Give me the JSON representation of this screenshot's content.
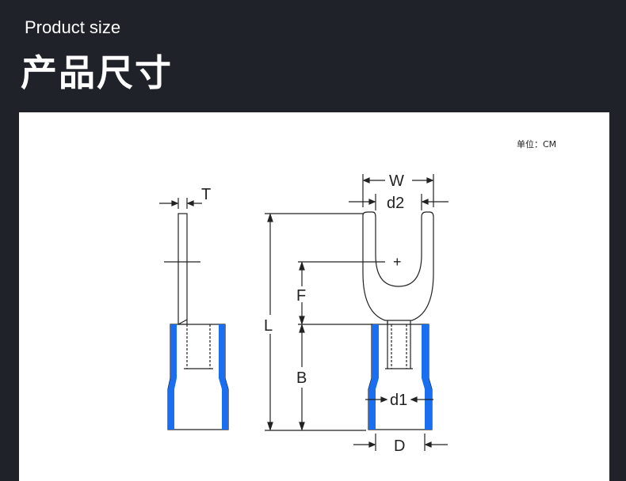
{
  "header": {
    "subtitle_en": "Product size",
    "title_cn": "产品尺寸"
  },
  "diagram": {
    "unit_note": "单位：CM",
    "dimension_labels": {
      "T": "T",
      "W": "W",
      "d2": "d2",
      "F": "F",
      "L": "L",
      "B": "B",
      "d1": "d1",
      "D": "D"
    },
    "plus_mark": "+",
    "colors": {
      "insulation": "#1a6ff0",
      "metal_outline": "#222222",
      "background": "#1f2329",
      "panel": "#ffffff"
    }
  }
}
